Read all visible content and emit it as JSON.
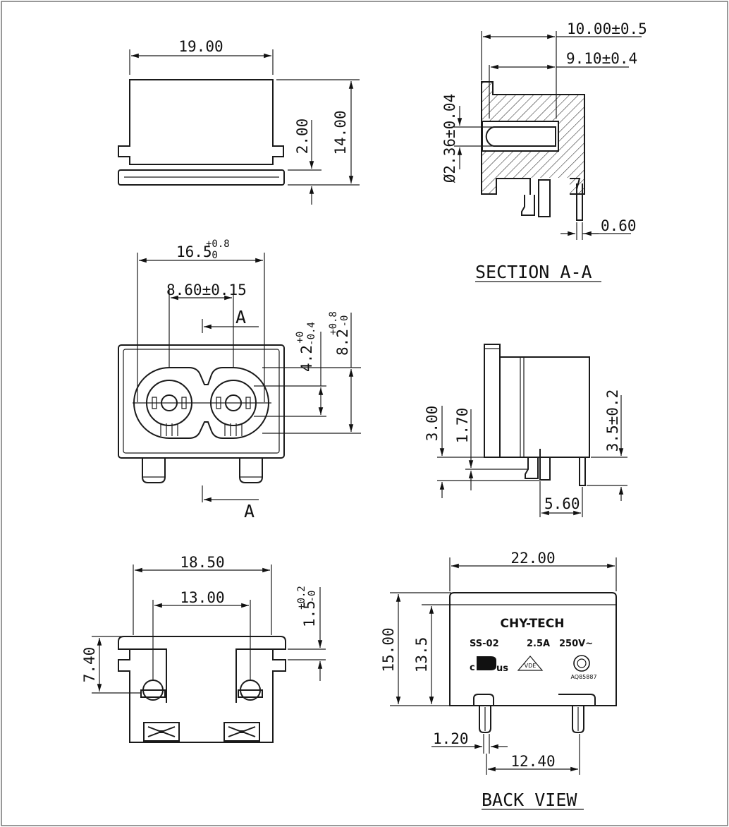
{
  "top_view": {
    "width": "19.00",
    "height": "14.00",
    "flange": "2.00"
  },
  "section": {
    "title": "SECTION A-A",
    "depth": "10.00±0.5",
    "cavity": "9.10±0.4",
    "pin_dia": "Ø2.36±0.04",
    "pin_thk": "0.60"
  },
  "front_view": {
    "width_base": "16.5",
    "width_tol_upper": "+0.8",
    "width_tol_lower": "-0",
    "pitch": "8.60±0.15",
    "section_letter": "A",
    "h_small_base": "4.2",
    "h_small_tol_upper": "+0",
    "h_small_tol_lower": "-0.4",
    "h_large_base": "8.2",
    "h_large_tol_upper": "+0.8",
    "h_large_tol_lower": "-0"
  },
  "side_view": {
    "a": "3.00",
    "b": "1.70",
    "c": "3.5±0.2",
    "d": "5.60"
  },
  "bottom_view": {
    "outer": "18.50",
    "inner": "13.00",
    "height": "7.40",
    "slot_base": "1.5",
    "slot_tol_upper": "+0.2",
    "slot_tol_lower": "-0"
  },
  "back_view": {
    "title": "BACK VIEW",
    "width": "22.00",
    "height": "15.00",
    "body_height": "13.5",
    "pin_w": "1.20",
    "pin_pitch": "12.40",
    "brand": "CHY-TECH",
    "model": "SS-02",
    "current": "2.5A",
    "voltage": "250V~",
    "cert_code": "AQ85887"
  }
}
